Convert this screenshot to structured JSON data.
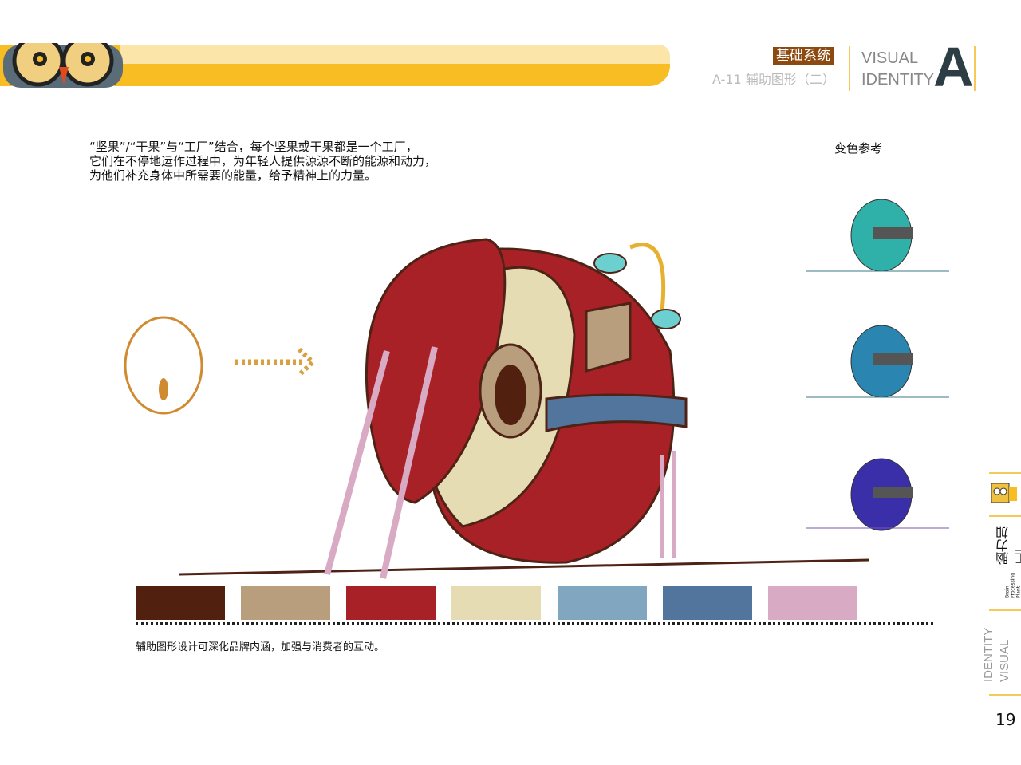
{
  "header": {
    "section_tag": "基础系统",
    "section_sub": "A-11  辅助图形（二）",
    "vi_line1": "VISUAL",
    "vi_line2": "IDENTITY",
    "vi_letter": "A"
  },
  "intro": "“坚果”/“干果”与“工厂”结合，每个坚果或干果都是一个工厂，\n它们在不停地运作过程中，为年轻人提供源源不断的能源和动力，\n为他们补充身体中所需要的能量，给予精神上的力量。",
  "variants_title": "变色参考",
  "palette": [
    "#52200f",
    "#b89e7c",
    "#a82126",
    "#e5dcb4",
    "#80a6c0",
    "#52759d",
    "#d9aac4"
  ],
  "variant_colors": [
    "#2fb0a8",
    "#2a86b0",
    "#3a2fa8"
  ],
  "caption": "辅助图形设计可深化品牌内涵，加强与消费者的互动。",
  "sidebar": {
    "brand_cn": "脑力加工厂",
    "brand_en": "Brain Processing Plant",
    "vi_line1": "VISUAL",
    "vi_line2": "IDENTITY",
    "page_number": "19"
  }
}
